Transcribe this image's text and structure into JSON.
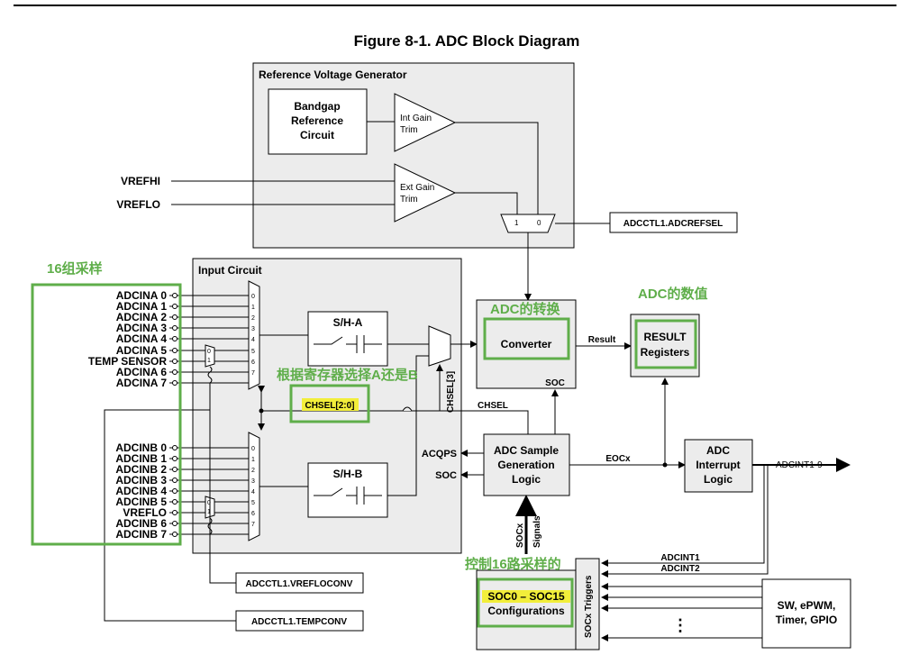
{
  "figure_title": "Figure 8-1. ADC Block Diagram",
  "blocks": {
    "ref_gen": "Reference Voltage Generator",
    "bandgap": [
      "Bandgap",
      "Reference",
      "Circuit"
    ],
    "int_gain": [
      "Int Gain",
      "Trim"
    ],
    "ext_gain": [
      "Ext Gain",
      "Trim"
    ],
    "mux_1": "1",
    "mux_0": "0",
    "input_circuit": "Input Circuit",
    "sha": "S/H-A",
    "shb": "S/H-B",
    "converter": "Converter",
    "result": [
      "RESULT",
      "Registers"
    ],
    "sample_gen": [
      "ADC Sample",
      "Generation",
      "Logic"
    ],
    "interrupt": [
      "ADC",
      "Interrupt",
      "Logic"
    ],
    "soc_config": [
      "SOC0 – SOC15",
      "Configurations"
    ],
    "soc_triggers": "SOCx Triggers",
    "sources": [
      "SW, ePWM,",
      "Timer, GPIO"
    ]
  },
  "signals": {
    "vrefhi": "VREFHI",
    "vreflo": "VREFLO",
    "adcrefsel": "ADCCTL1.ADCREFSEL",
    "result": "Result",
    "soc": "SOC",
    "chsel3": "CHSEL[3]",
    "chsel20": "CHSEL[2:0]",
    "chsel": "CHSEL",
    "acqps": "ACQPS",
    "soc_left": "SOC",
    "eocx": "EOCx",
    "adcint19": "ADCINT1-9",
    "socx_signals": [
      "SOCx",
      "Signals"
    ],
    "adcint1": "ADCINT1",
    "adcint2": "ADCINT2",
    "vrefloconv": "ADCCTL1.VREFLOCONV",
    "tempconv": "ADCCTL1.TEMPCONV",
    "dots": "⋮"
  },
  "inputs_a": [
    "ADCINA 0",
    "ADCINA 1",
    "ADCINA 2",
    "ADCINA 3",
    "ADCINA 4",
    "ADCINA 5",
    "TEMP SENSOR",
    "ADCINA 6",
    "ADCINA 7"
  ],
  "inputs_b": [
    "ADCINB 0",
    "ADCINB 1",
    "ADCINB 2",
    "ADCINB 3",
    "ADCINB 4",
    "ADCINB 5",
    "VREFLO",
    "ADCINB 6",
    "ADCINB 7"
  ],
  "mux_ports": [
    "0",
    "1",
    "2",
    "3",
    "4",
    "5",
    "6",
    "7"
  ],
  "small_mux_ports": [
    "0",
    "1"
  ],
  "annotations": {
    "group16": "16组采样",
    "adc_conv": "ADC的转换",
    "adc_value": "ADC的数值",
    "select_ab": "根据寄存器选择A还是B",
    "control16": "控制16路采样的"
  },
  "colors": {
    "annotation_green": "#5fae4a",
    "highlight_yellow": "#f2ee3a",
    "block_gray": "#ececec"
  }
}
